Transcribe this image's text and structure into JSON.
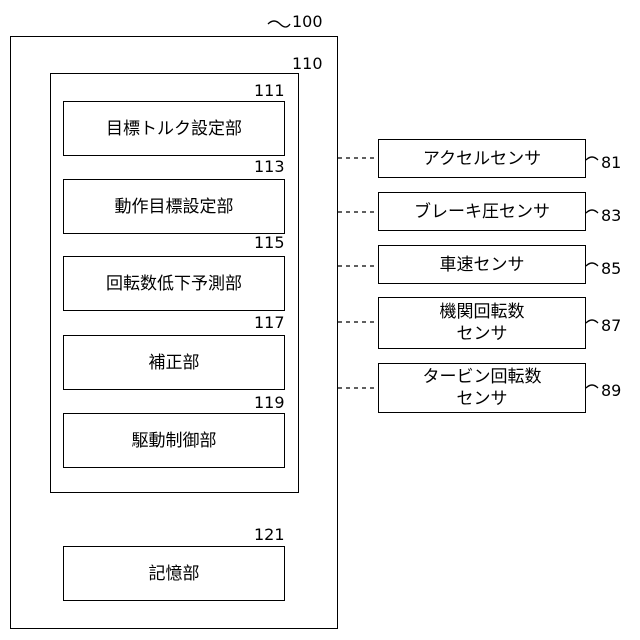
{
  "outer": {
    "ref": "100"
  },
  "controller": {
    "ref": "110"
  },
  "modules": [
    {
      "ref": "111",
      "label": "目標トルク設定部"
    },
    {
      "ref": "113",
      "label": "動作目標設定部"
    },
    {
      "ref": "115",
      "label": "回転数低下予測部"
    },
    {
      "ref": "117",
      "label": "補正部"
    },
    {
      "ref": "119",
      "label": "駆動制御部"
    }
  ],
  "storage": {
    "ref": "121",
    "label": "記憶部"
  },
  "sensors": [
    {
      "ref": "81",
      "label": "アクセルセンサ"
    },
    {
      "ref": "83",
      "label": "ブレーキ圧センサ"
    },
    {
      "ref": "85",
      "label": "車速センサ"
    },
    {
      "ref": "87",
      "label": "機関回転数\nセンサ"
    },
    {
      "ref": "89",
      "label": "タービン回転数\nセンサ"
    }
  ]
}
